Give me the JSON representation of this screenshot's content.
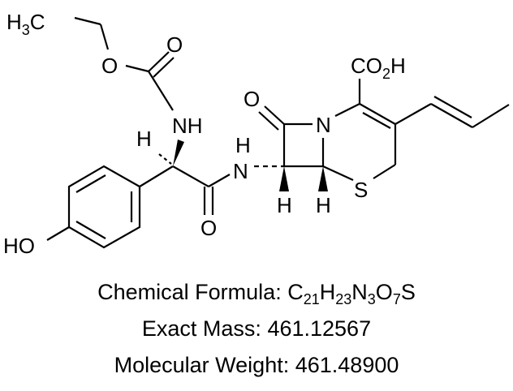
{
  "compound": {
    "atom_labels": {
      "methyl": "H3C",
      "ester_oxygen": "O",
      "carbamate_carbonyl_oxygen": "O",
      "carbamate_nh": "NH",
      "alpha_h": "H",
      "phenol": "HO",
      "amide_carbonyl_oxygen": "O",
      "amide_n": "N",
      "amide_h": "H",
      "lactam_oxygen": "O",
      "lactam_n": "N",
      "sulfur": "S",
      "h7": "H",
      "h6": "H",
      "carboxylic_acid": "CO2H"
    }
  },
  "properties": {
    "formula_label": "Chemical Formula:",
    "formula": {
      "parts": [
        {
          "el": "C",
          "n": "21"
        },
        {
          "el": "H",
          "n": "23"
        },
        {
          "el": "N",
          "n": "3"
        },
        {
          "el": "O",
          "n": "7"
        },
        {
          "el": "S",
          "n": ""
        }
      ],
      "text": "C21H23N3O7S"
    },
    "exact_mass_label": "Exact Mass:",
    "exact_mass": "461.12567",
    "molecular_weight_label": "Molecular Weight:",
    "molecular_weight": "461.48900"
  }
}
